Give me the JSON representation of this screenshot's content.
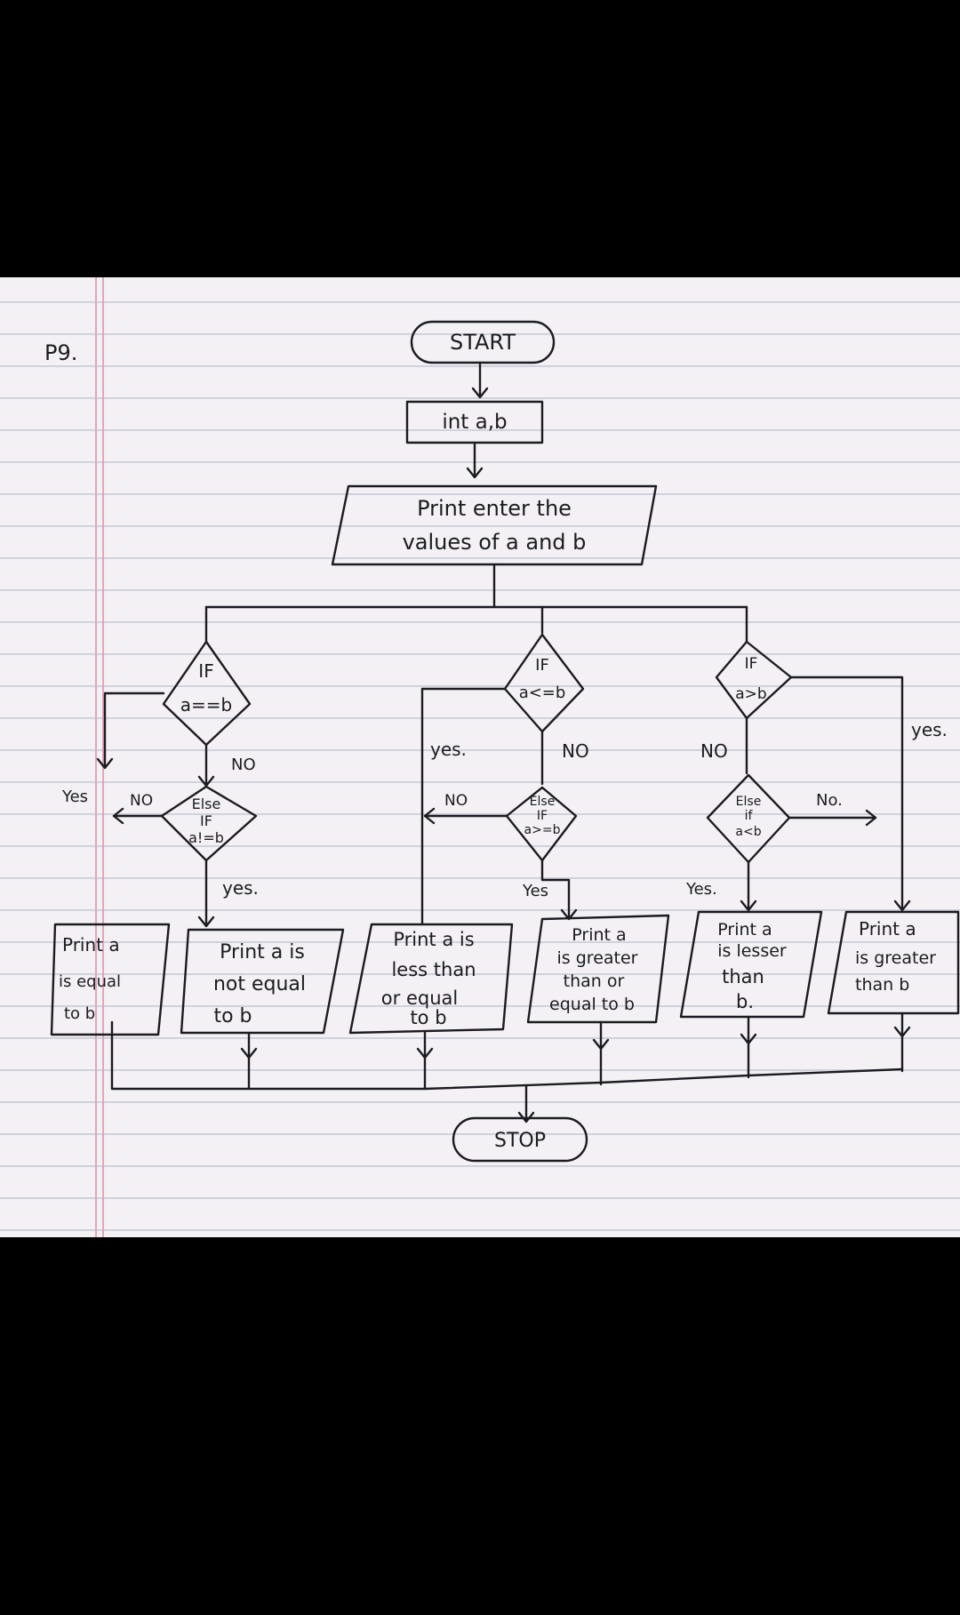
{
  "page_label": "P9.",
  "start_label": "START",
  "stop_label": "STOP",
  "declare_label": "int a,b",
  "input_lines": [
    "Print enter the",
    "values of a and b"
  ],
  "decisions": {
    "d1": [
      "IF",
      "a==b"
    ],
    "d2": [
      "Else",
      "IF",
      "a!=b"
    ],
    "d3": [
      "IF",
      "a<=b"
    ],
    "d4": [
      "Else",
      "IF",
      "a>=b"
    ],
    "d5": [
      "IF",
      "a>b"
    ],
    "d6": [
      "Else",
      "if",
      "a<b"
    ]
  },
  "outputs": {
    "o1": [
      "Print a",
      "is equal",
      "to b"
    ],
    "o2": [
      "Print a is",
      "not equal",
      "to b"
    ],
    "o3": [
      "Print a is",
      "less than",
      "or equal",
      "to b"
    ],
    "o4": [
      "Print a",
      "is greater",
      "than or",
      "equal to b"
    ],
    "o5": [
      "Print a",
      "is lesser",
      "than",
      "b."
    ],
    "o6": [
      "Print a",
      "is greater",
      "than b"
    ]
  },
  "branch_labels": {
    "d1_no": "NO",
    "d2_yes": "yes.",
    "d2_no": "NO",
    "left_yes": "Yes",
    "d3_yes": "yes.",
    "d3_no": "NO",
    "d4_no": "NO",
    "d4_yes": "Yes",
    "d5_no": "NO",
    "d5_yes": "yes.",
    "d6_yes": "Yes.",
    "d6_no": "No."
  },
  "colors": {
    "paper": "#f3f1f3",
    "rule_line": "#b9bfd6",
    "margin_line": "#e3a5b6",
    "ink": "#1b1b22",
    "frame": "#000000"
  }
}
